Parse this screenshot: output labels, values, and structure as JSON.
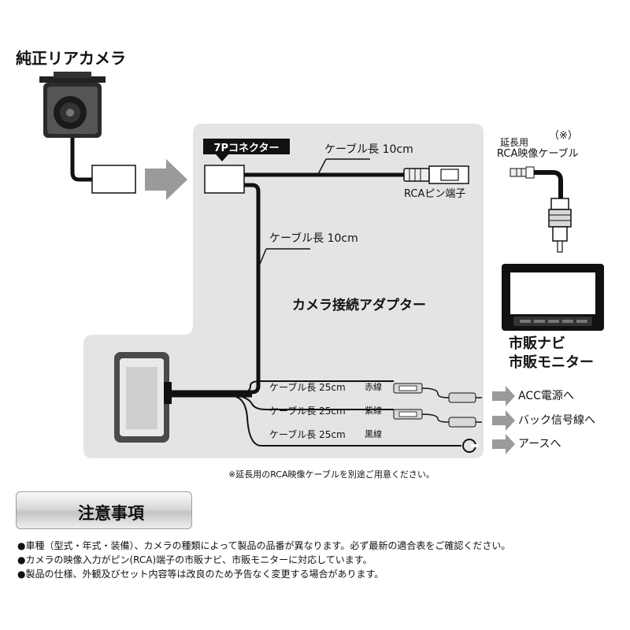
{
  "labels": {
    "camera_title": "純正リアカメラ",
    "connector_7p": "7Pコネクター",
    "cable_top": "ケーブル長 10cm",
    "rca_pin": "RCAピン端子",
    "cable_mid": "ケーブル長 10cm",
    "ext_cable_line1": "延長用",
    "ext_cable_asterisk": "（※）",
    "ext_cable_line2": "RCA映像ケーブル",
    "monitor_line1": "市販ナビ",
    "monitor_line2": "市販モニター",
    "adapter": "カメラ接続アダプター"
  },
  "wires": [
    {
      "length": "ケーブル長 25cm",
      "color": "赤線",
      "dest": "ACC電源へ"
    },
    {
      "length": "ケーブル長 25cm",
      "color": "紫線",
      "dest": "バック信号線へ"
    },
    {
      "length": "ケーブル長 25cm",
      "color": "黒線",
      "dest": "アースへ"
    }
  ],
  "footnote": "※延長用のRCA映像ケーブルを別途ご用意ください。",
  "caution": {
    "title": "注意事項",
    "icon": "warning-triangle-icon"
  },
  "notes": [
    "●車種（型式・年式・装備）、カメラの種類によって製品の品番が異なります。必ず最新の適合表をご確認ください。",
    "●カメラの映像入力がピン(RCA)端子の市販ナビ、市販モニターに対応しています。",
    "●製品の仕様、外観及びセット内容等は改良のため予告なく変更する場合があります。"
  ],
  "colors": {
    "panel": "#e4e4e4",
    "cable": "#111111",
    "arrow": "#9a9a9a",
    "plug": "#cfcfcf"
  }
}
